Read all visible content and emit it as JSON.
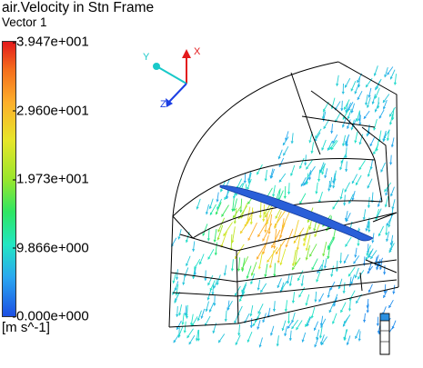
{
  "legend": {
    "title": "air.Velocity in Stn Frame",
    "subtitle": "Vector 1",
    "ticks": [
      {
        "label": "3.947e+001",
        "fraction": 0.0
      },
      {
        "label": "2.960e+001",
        "fraction": 0.25
      },
      {
        "label": "1.973e+001",
        "fraction": 0.5
      },
      {
        "label": "9.866e+000",
        "fraction": 0.75
      },
      {
        "label": "0.000e+000",
        "fraction": 1.0
      }
    ],
    "units": "[m s^-1]"
  },
  "axes": {
    "x_label": "X",
    "y_label": "Y",
    "z_label": "Z",
    "x_color": "#e31a1c",
    "y_color": "#19c9c9",
    "z_color": "#1c3fe3"
  },
  "colors": {
    "wireframe": "#000000",
    "blade": "#2a5fd8",
    "vectors_low": "#3fbfe6",
    "vectors_mid": "#3ee65a",
    "vectors_high": "#f2c23a"
  },
  "icons": [
    "axis-triad-icon",
    "ruler-icon"
  ]
}
